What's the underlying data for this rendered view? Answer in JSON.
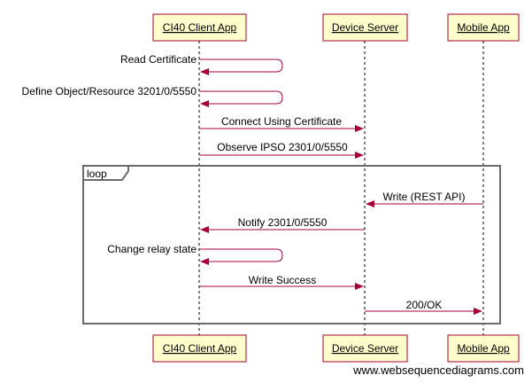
{
  "diagram": {
    "actors": [
      {
        "id": "client",
        "label": "CI40 Client App"
      },
      {
        "id": "server",
        "label": "Device Server"
      },
      {
        "id": "mobile",
        "label": "Mobile App"
      }
    ],
    "loop_label": "loop",
    "messages": [
      {
        "from": "client",
        "to": "client",
        "label": "Read Certificate"
      },
      {
        "from": "client",
        "to": "client",
        "label": "Define Object/Resource 3201/0/5550"
      },
      {
        "from": "client",
        "to": "server",
        "label": "Connect Using Certificate"
      },
      {
        "from": "client",
        "to": "server",
        "label": "Observe IPSO 2301/0/5550"
      },
      {
        "from": "mobile",
        "to": "server",
        "label": "Write (REST API)"
      },
      {
        "from": "server",
        "to": "client",
        "label": "Notify 2301/0/5550"
      },
      {
        "from": "client",
        "to": "client",
        "label": "Change relay state"
      },
      {
        "from": "client",
        "to": "server",
        "label": "Write Success"
      },
      {
        "from": "server",
        "to": "mobile",
        "label": "200/OK"
      }
    ],
    "footer": "www.websequencediagrams.com",
    "colors": {
      "actor_fill": "#ffffcc",
      "actor_border": "#a80036",
      "arrow": "#a80036",
      "lifeline": "#000000",
      "loop_border": "#6b6b6b"
    }
  }
}
